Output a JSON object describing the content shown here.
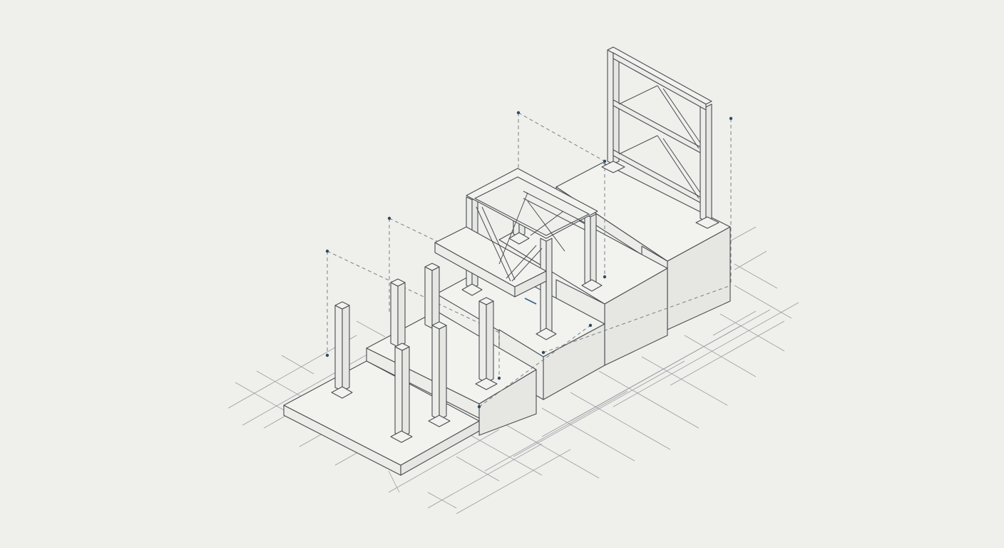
{
  "diagram": {
    "type": "isometric-technical-drawing",
    "colors": {
      "background": "#efefec",
      "line": "#4a4d50",
      "grid": "#9a9d9f",
      "dimension_dot": "#2f4a62",
      "accent": "#2f5f86"
    },
    "components": [
      "ground-grid",
      "foundation-slab",
      "standing-posts",
      "stepped-plinths",
      "braced-frame",
      "tall-braced-frame",
      "projection-lines"
    ]
  }
}
